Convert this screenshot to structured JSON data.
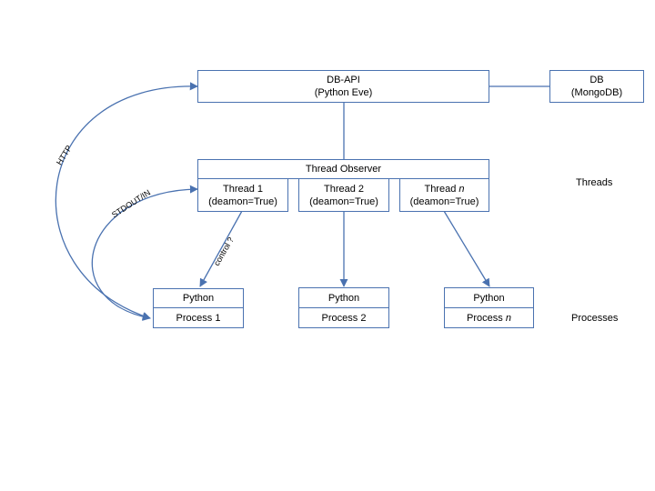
{
  "colors": {
    "line": "#4a72b0",
    "text": "#000000",
    "background": "#ffffff"
  },
  "db_api": {
    "title": "DB-API",
    "subtitle": "(Python Eve)"
  },
  "db": {
    "title": "DB",
    "subtitle": "(MongoDB)"
  },
  "observer": {
    "title": "Thread Observer"
  },
  "threads": [
    {
      "name": "Thread 1",
      "italic_suffix": "",
      "detail": "(deamon=True)"
    },
    {
      "name": "Thread 2",
      "italic_suffix": "",
      "detail": "(deamon=True)"
    },
    {
      "name": "Thread ",
      "italic_suffix": "n",
      "detail": "(deamon=True)"
    }
  ],
  "processes": [
    {
      "runtime": "Python",
      "name": "Process 1",
      "italic_suffix": ""
    },
    {
      "runtime": "Python",
      "name": "Process 2",
      "italic_suffix": ""
    },
    {
      "runtime": "Python",
      "name": "Process ",
      "italic_suffix": "n"
    }
  ],
  "side_labels": {
    "threads": "Threads",
    "processes": "Processes"
  },
  "edge_labels": {
    "http": "HTTP",
    "stdout": "STDOUT/IN",
    "control": "control ?"
  }
}
